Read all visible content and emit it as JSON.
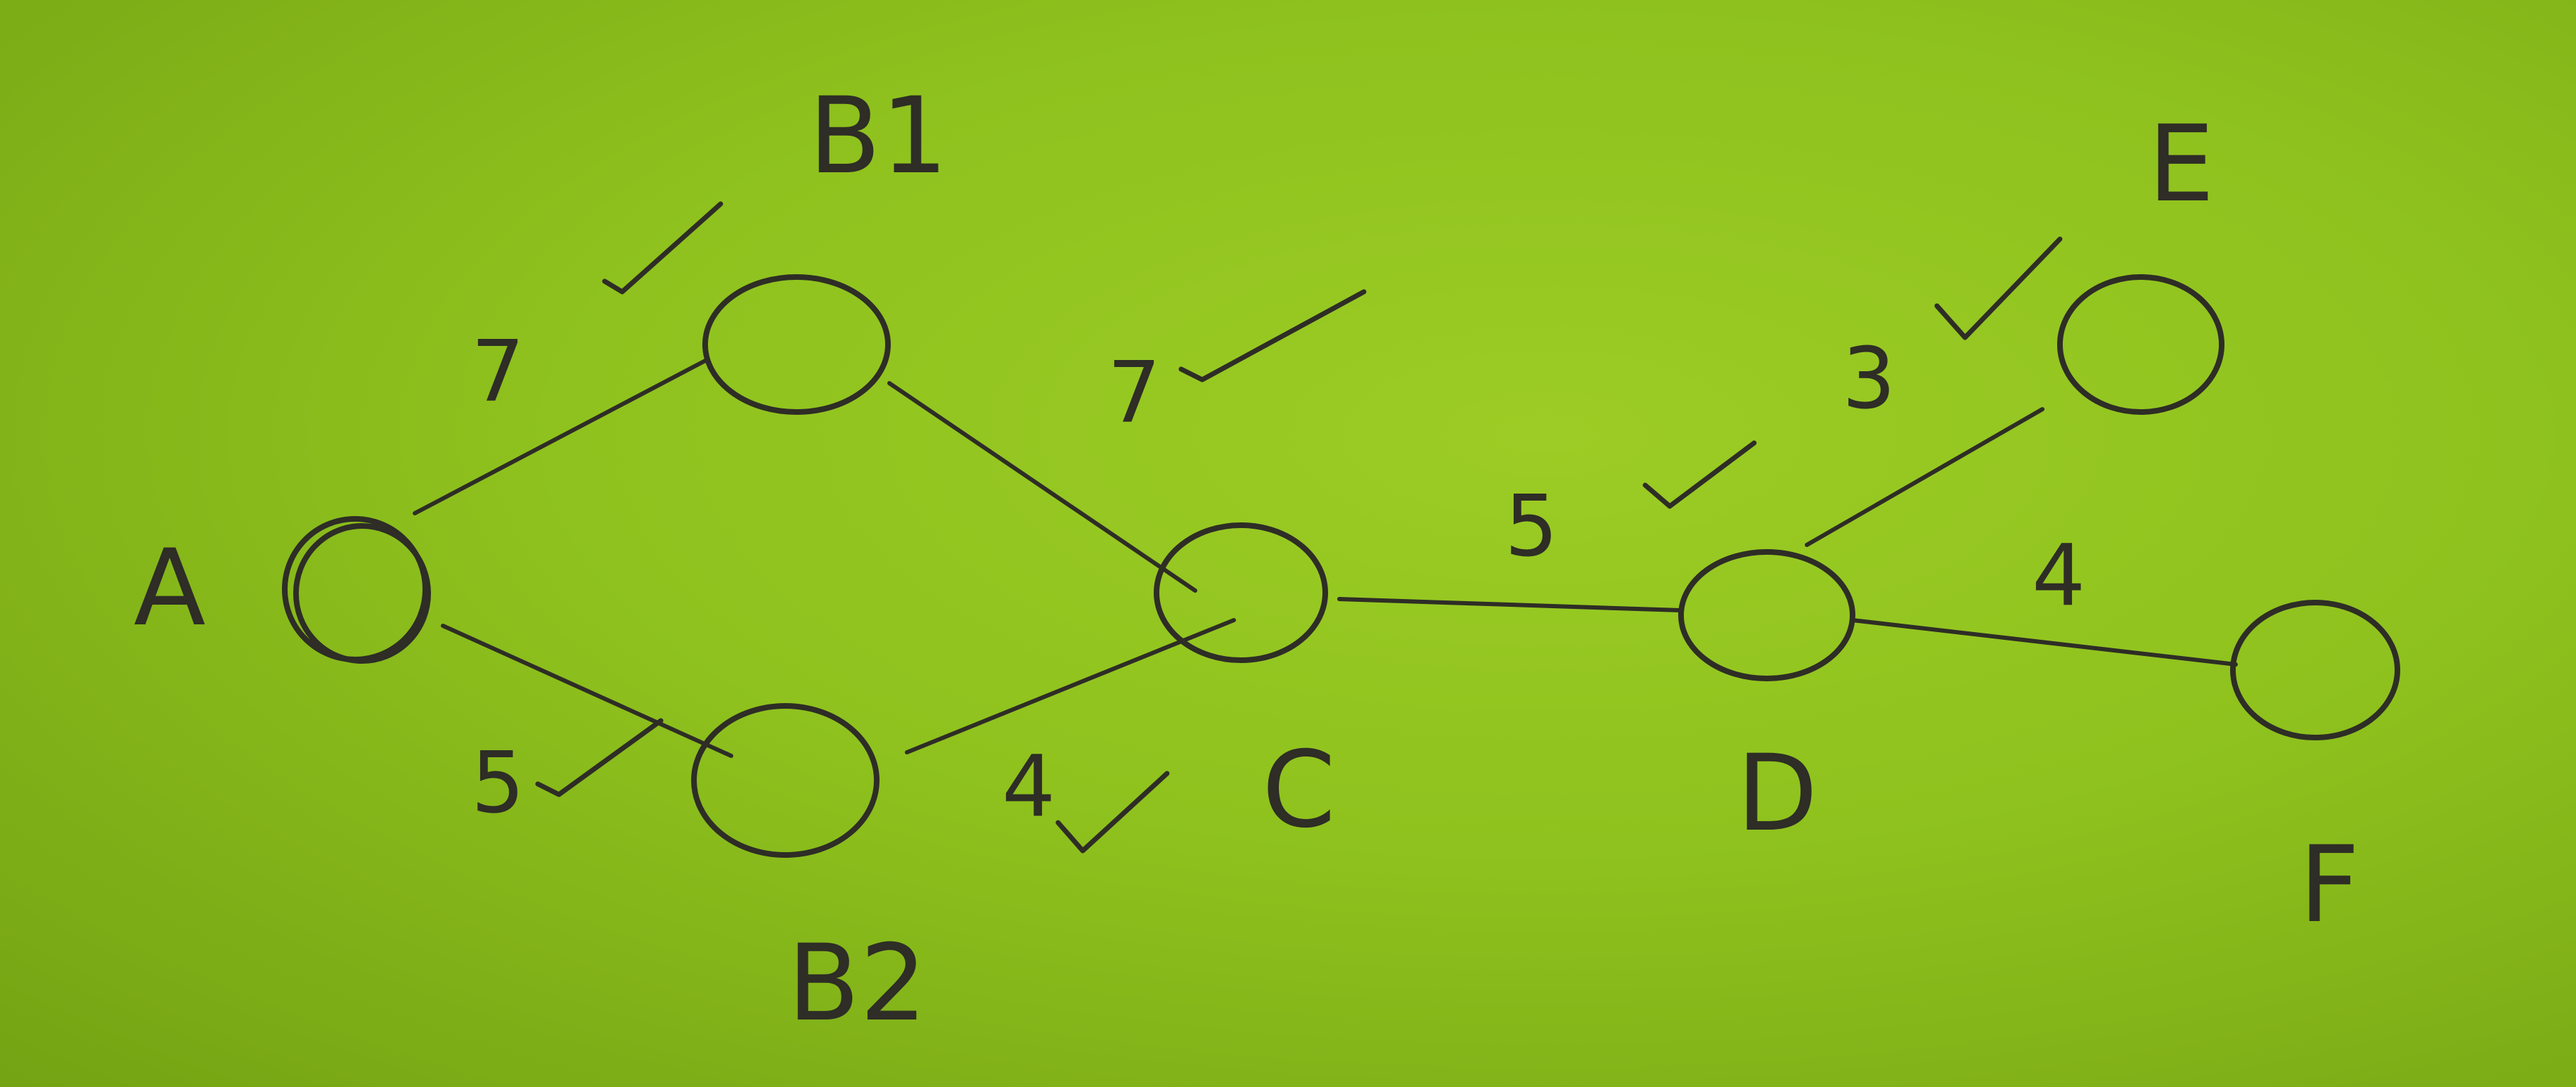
{
  "nodes": [
    {
      "id": "A",
      "label": "A"
    },
    {
      "id": "B1",
      "label": "B1"
    },
    {
      "id": "B2",
      "label": "B2"
    },
    {
      "id": "C",
      "label": "C"
    },
    {
      "id": "D",
      "label": "D"
    },
    {
      "id": "E",
      "label": "E"
    },
    {
      "id": "F",
      "label": "F"
    }
  ],
  "edges": [
    {
      "from": "A",
      "to": "B1",
      "weight": "7",
      "checked": true
    },
    {
      "from": "A",
      "to": "B2",
      "weight": "5",
      "checked": true
    },
    {
      "from": "B1",
      "to": "C",
      "weight": "7",
      "checked": true
    },
    {
      "from": "B2",
      "to": "C",
      "weight": "4",
      "checked": true
    },
    {
      "from": "C",
      "to": "D",
      "weight": "5",
      "checked": true
    },
    {
      "from": "D",
      "to": "E",
      "weight": "3",
      "checked": true
    },
    {
      "from": "D",
      "to": "F",
      "weight": "4",
      "checked": false
    }
  ],
  "colors": {
    "paper": "#8fc21e",
    "ink": "#2e2d26"
  }
}
